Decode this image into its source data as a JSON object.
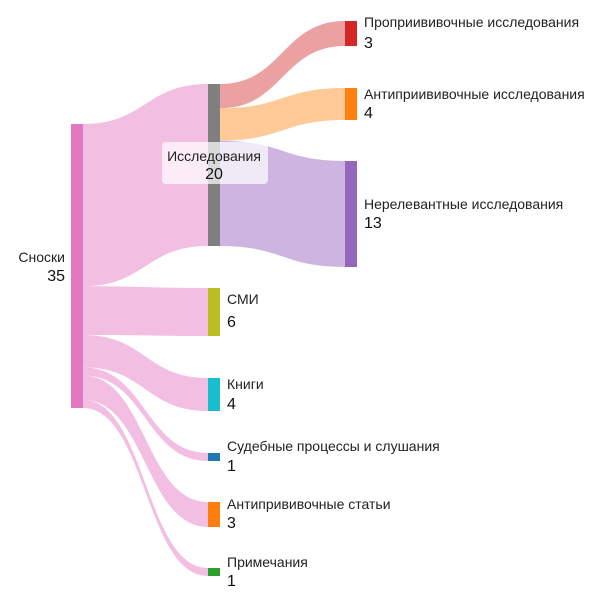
{
  "chart_data": {
    "type": "sankey",
    "nodes": [
      {
        "id": "footnotes",
        "label": "Сноски",
        "value": 35,
        "color": "#e377c2"
      },
      {
        "id": "research",
        "label": "Исследования",
        "value": 20,
        "color": "#7f7f7f"
      },
      {
        "id": "media",
        "label": "СМИ",
        "value": 6,
        "color": "#bcbd22"
      },
      {
        "id": "books",
        "label": "Книги",
        "value": 4,
        "color": "#17becf"
      },
      {
        "id": "court",
        "label": "Судебные процессы и слушания",
        "value": 1,
        "color": "#1f77b4"
      },
      {
        "id": "antivax_articles",
        "label": "Антипрививочные статьи",
        "value": 3,
        "color": "#ff7f0e"
      },
      {
        "id": "notes",
        "label": "Примечания",
        "value": 1,
        "color": "#2ca02c"
      },
      {
        "id": "provax",
        "label": "Проприививочные исследования",
        "value": 3,
        "color": "#d62728"
      },
      {
        "id": "antivax",
        "label": "Антиприививочные исследования",
        "value": 4,
        "color": "#ff7f0e"
      },
      {
        "id": "irrelevant",
        "label": "Нерелевантные исследования",
        "value": 13,
        "color": "#9467bd"
      }
    ],
    "links": [
      {
        "source": "footnotes",
        "target": "research",
        "value": 20
      },
      {
        "source": "footnotes",
        "target": "media",
        "value": 6
      },
      {
        "source": "footnotes",
        "target": "books",
        "value": 4
      },
      {
        "source": "footnotes",
        "target": "court",
        "value": 1
      },
      {
        "source": "footnotes",
        "target": "antivax_articles",
        "value": 3
      },
      {
        "source": "footnotes",
        "target": "notes",
        "value": 1
      },
      {
        "source": "research",
        "target": "provax",
        "value": 3
      },
      {
        "source": "research",
        "target": "antivax",
        "value": 4
      },
      {
        "source": "research",
        "target": "irrelevant",
        "value": 13
      }
    ],
    "colors": {
      "link_default": "#f0b4de",
      "link_provax": "#e88f92",
      "link_antivax": "#ffbf86",
      "link_irrelevant": "#c5a8dc"
    }
  }
}
